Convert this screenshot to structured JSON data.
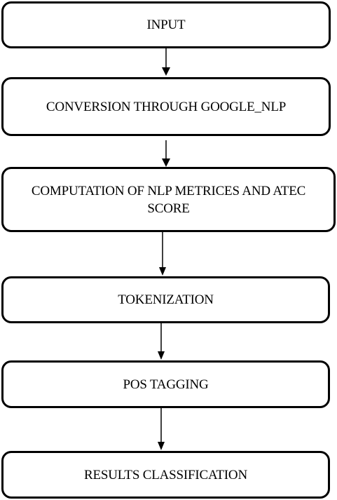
{
  "flowchart": {
    "steps": [
      {
        "label": "INPUT"
      },
      {
        "label": "CONVERSION THROUGH GOOGLE_NLP"
      },
      {
        "label": "COMPUTATION OF NLP METRICES AND ATEC SCORE"
      },
      {
        "label": "TOKENIZATION"
      },
      {
        "label": "POS TAGGING"
      },
      {
        "label": "RESULTS CLASSIFICATION"
      }
    ],
    "colors": {
      "border": "#000000",
      "background": "#ffffff",
      "text": "#000000"
    }
  }
}
